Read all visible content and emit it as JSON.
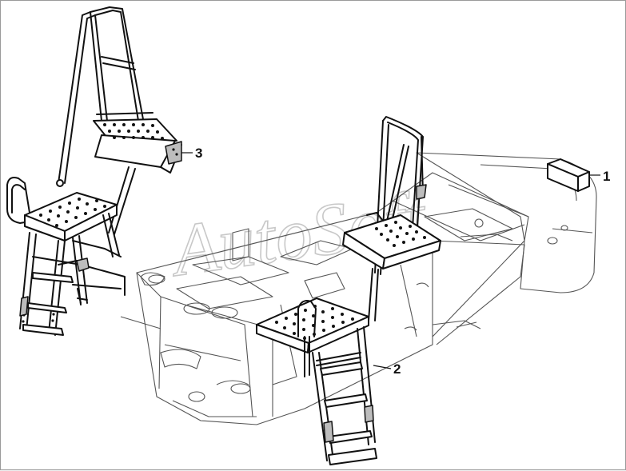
{
  "callouts": [
    {
      "id": "callout-1",
      "label": "1"
    },
    {
      "id": "callout-2",
      "label": "2"
    },
    {
      "id": "callout-3",
      "label": "3"
    }
  ],
  "watermark": {
    "text": "AutoSoft"
  },
  "colors": {
    "line": "#111111",
    "frame": "#555555",
    "shade": "#bdbdbd",
    "watermark": "#c8c8c8",
    "background": "#ffffff"
  }
}
